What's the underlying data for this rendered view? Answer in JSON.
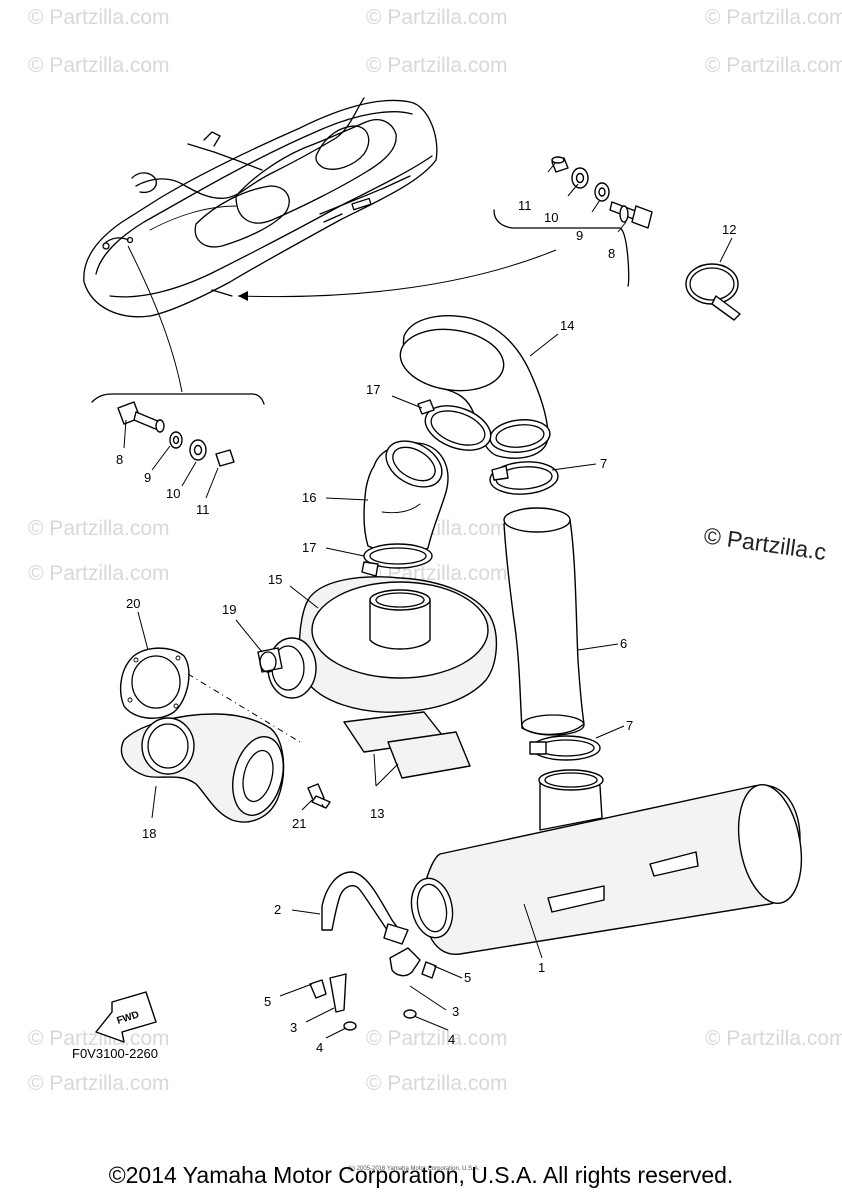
{
  "watermark_text": "© Partzilla.com",
  "watermark_side_text": "© Partzilla.c",
  "figure_code": "F0V3100-2260",
  "fwd_label": "FWD",
  "small_copyright": "(c) 2005-2016 Yamaha Motor Corporation, U.S.A.",
  "footer_copyright": "©2014 Yamaha Motor Corporation, U.S.A. All rights reserved.",
  "callouts": {
    "c1": "1",
    "c2": "2",
    "c3a": "3",
    "c3b": "3",
    "c4a": "4",
    "c4b": "4",
    "c5a": "5",
    "c5b": "5",
    "c6": "6",
    "c7a": "7",
    "c7b": "7",
    "c8a": "8",
    "c8b": "8",
    "c9a": "9",
    "c9b": "9",
    "c10a": "10",
    "c10b": "10",
    "c11a": "11",
    "c11b": "11",
    "c12": "12",
    "c13": "13",
    "c14": "14",
    "c15": "15",
    "c16": "16",
    "c17a": "17",
    "c17b": "17",
    "c18": "18",
    "c19": "19",
    "c20": "20",
    "c21": "21"
  }
}
